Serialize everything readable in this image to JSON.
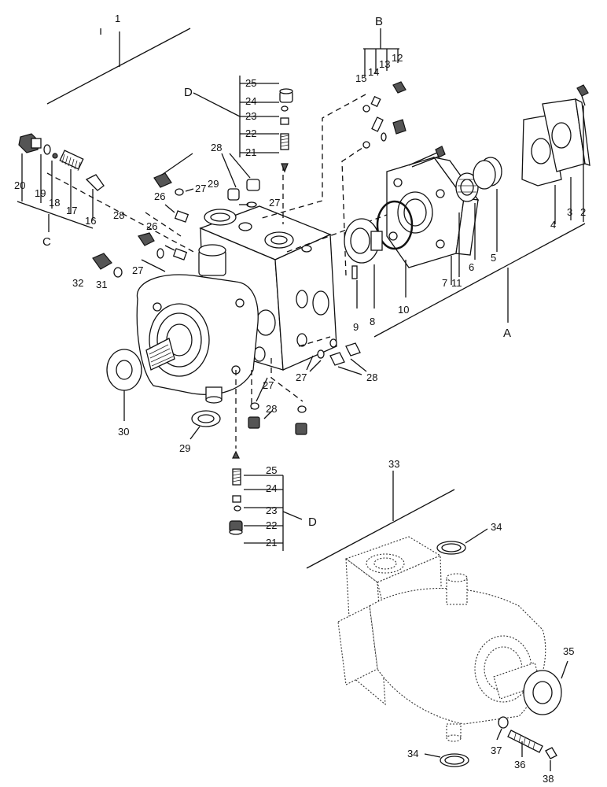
{
  "diagram": {
    "callouts": {
      "n1": "1",
      "n2": "2",
      "n3": "3",
      "n4": "4",
      "n5": "5",
      "n6": "6",
      "n7": "7",
      "n8": "8",
      "n9": "9",
      "n10": "10",
      "n11": "11",
      "n12": "12",
      "n13": "13",
      "n14": "14",
      "n15": "15",
      "n16": "16",
      "n17": "17",
      "n18": "18",
      "n19": "19",
      "n20": "20",
      "n21a": "21",
      "n21b": "21",
      "n22a": "22",
      "n22b": "22",
      "n23a": "23",
      "n23b": "23",
      "n24a": "24",
      "n24b": "24",
      "n25a": "25",
      "n25b": "25",
      "n26a": "26",
      "n26b": "26",
      "n27a": "27",
      "n27b": "27",
      "n27c": "27",
      "n27d": "27",
      "n27e": "27",
      "n28a": "28",
      "n28b": "28",
      "n28c": "28",
      "n28d": "28",
      "n29a": "29",
      "n29b": "29",
      "n30": "30",
      "n31": "31",
      "n32": "32",
      "n33": "33",
      "n34a": "34",
      "n34b": "34",
      "n35": "35",
      "n36": "36",
      "n37": "37",
      "n38": "38"
    },
    "groups": {
      "A": "A",
      "B": "B",
      "C": "C",
      "D1": "D",
      "D2": "D"
    }
  }
}
